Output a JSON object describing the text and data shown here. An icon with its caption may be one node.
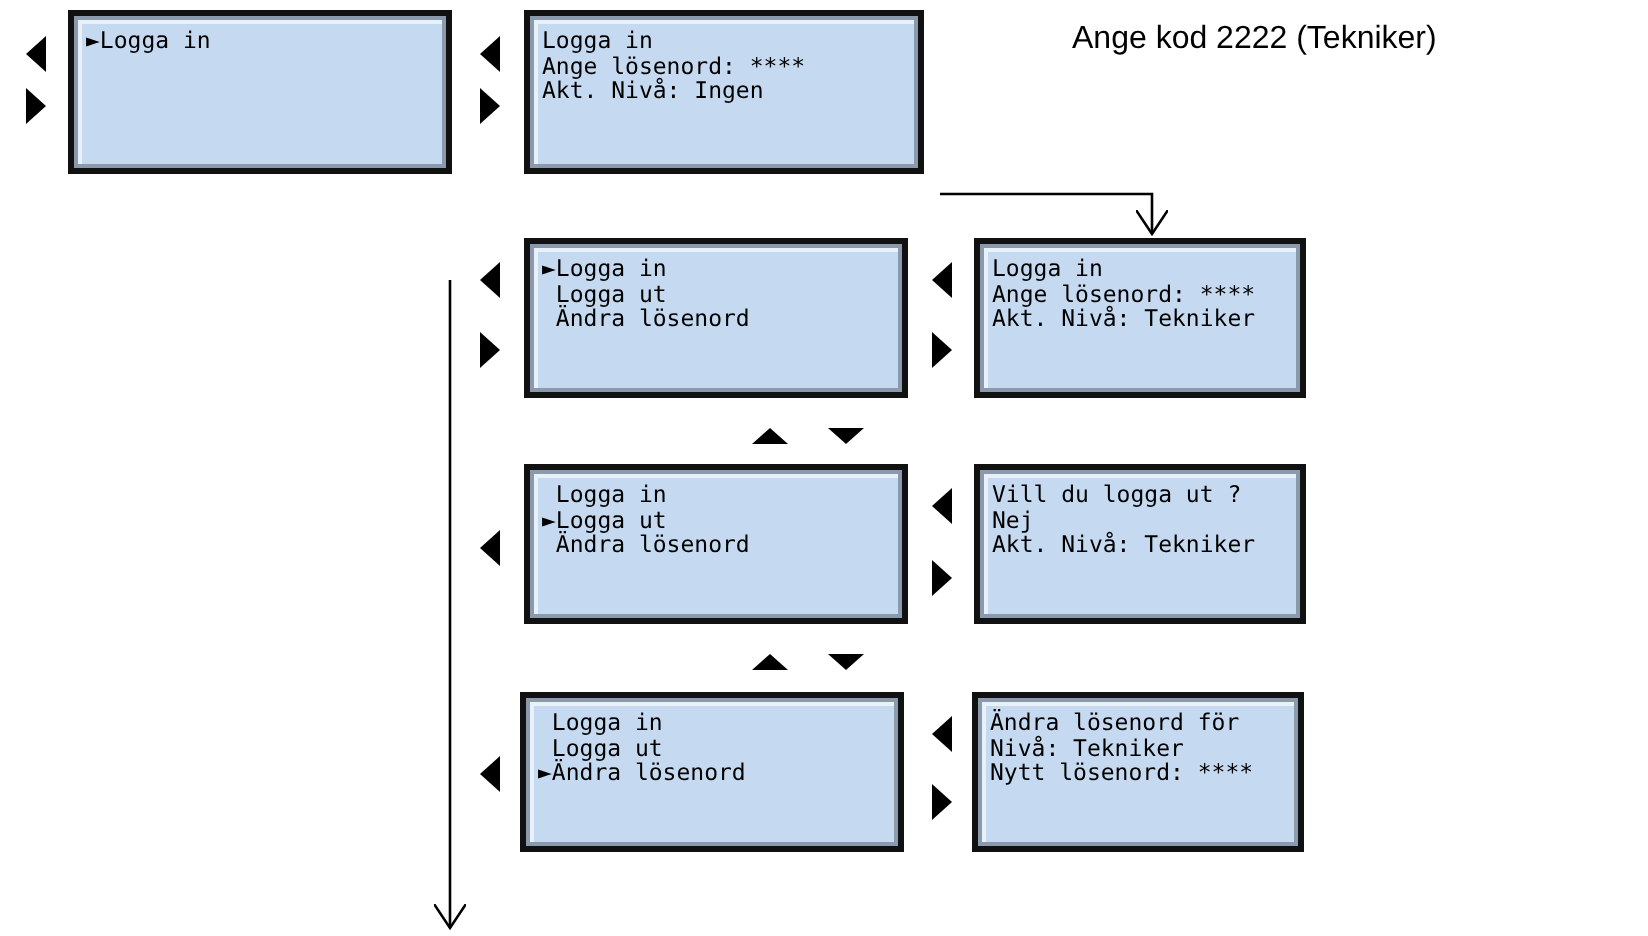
{
  "diagram": {
    "nodes": [
      {
        "text": [
          "►Logga in"
        ]
      },
      {
        "text": [
          "Logga in",
          "Ange lösenord: ****",
          "Akt. Nivå: Ingen"
        ]
      },
      {
        "text": [
          "►Logga in",
          " Logga ut",
          " Ändra lösenord"
        ]
      },
      {
        "text": [
          "Logga in",
          "Ange lösenord: ****",
          "Akt. Nivå: Tekniker"
        ]
      },
      {
        "text": [
          " Logga in",
          "►Logga ut",
          " Ändra lösenord"
        ]
      },
      {
        "text": [
          "Vill du logga ut ?",
          "Nej",
          "Akt. Nivå: Tekniker"
        ]
      },
      {
        "text": [
          " Logga in",
          " Logga ut",
          "►Ändra lösenord"
        ]
      },
      {
        "text": [
          "Ändra lösenord för",
          "Nivå: Tekniker",
          "Nytt lösenord: ****"
        ]
      }
    ],
    "edges": [
      {
        "from": null,
        "to": 3,
        "arrow": "to",
        "label": "Ange kod 2222 (Tekniker)"
      }
    ]
  }
}
